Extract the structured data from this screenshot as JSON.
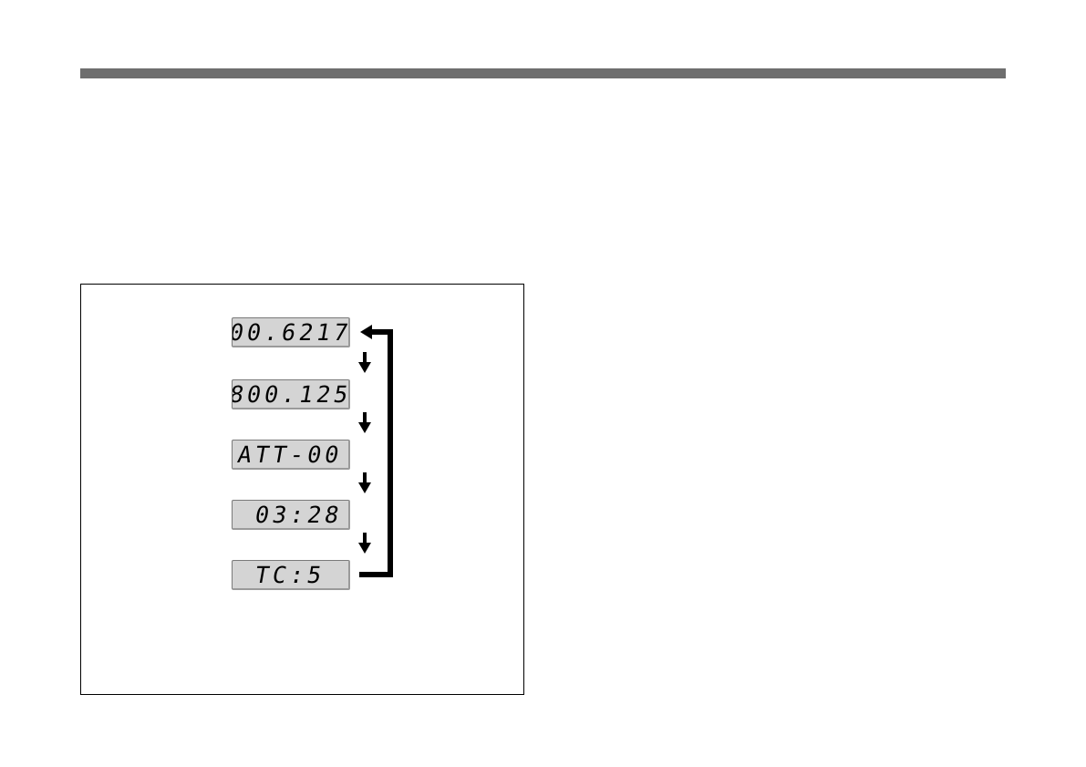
{
  "colors": {
    "top_rule": "#6e6e6e",
    "lcd_background": "#d4d4d4",
    "frame_border": "#000000"
  },
  "displays": [
    {
      "text": "00.6217"
    },
    {
      "text": "800.125"
    },
    {
      "text": "ATT-00"
    },
    {
      "text": " 03:28"
    },
    {
      "text": "TC:5"
    }
  ],
  "icons": {
    "down_arrow": "down-arrow-icon",
    "loop_back_arrow": "loop-back-arrow-icon"
  }
}
